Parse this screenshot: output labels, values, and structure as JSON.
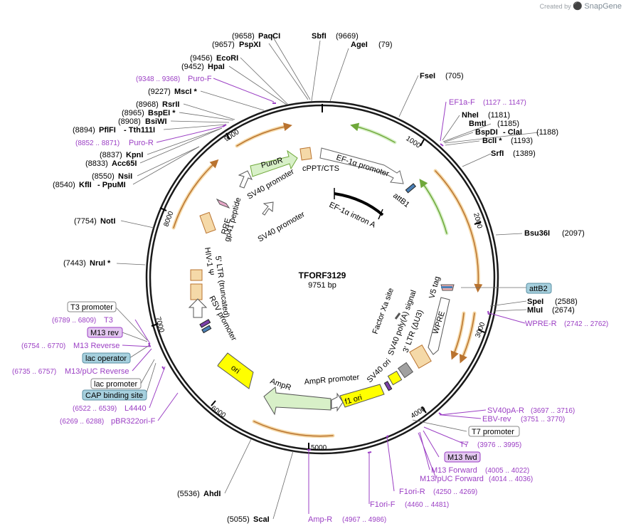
{
  "credit": {
    "prefix": "Created by",
    "brand": "SnapGene"
  },
  "plasmid": {
    "name": "TFORF3129",
    "size": "9751 bp"
  },
  "ticks": [
    "1000",
    "2000",
    "3000",
    "4000",
    "5000",
    "6000",
    "7000",
    "8000",
    "9000"
  ],
  "enzymes": {
    "paqci": {
      "name": "PaqCI",
      "pos": "(9658)"
    },
    "sbfi": {
      "name": "SbfI",
      "pos": "(9669)"
    },
    "pspxi": {
      "name": "PspXI",
      "pos": "(9657)"
    },
    "agei": {
      "name": "AgeI",
      "pos": "(79)"
    },
    "ecori": {
      "name": "EcoRI",
      "pos": "(9456)"
    },
    "hpai": {
      "name": "HpaI",
      "pos": "(9452)"
    },
    "fsei": {
      "name": "FseI",
      "pos": "(705)"
    },
    "msci": {
      "name": "MscI *",
      "pos": "(9227)"
    },
    "rsrii": {
      "name": "RsrII",
      "pos": "(8968)"
    },
    "bspei": {
      "name": "BspEI *",
      "pos": "(8965)"
    },
    "bsiwi": {
      "name": "BsiWI",
      "pos": "(8908)"
    },
    "pflfi": {
      "name": "PflFI",
      "pos": "(8894)"
    },
    "tth111i": {
      "name": "- Tth111I",
      "pos": ""
    },
    "nhei": {
      "name": "NheI",
      "pos": "(1181)"
    },
    "bmti": {
      "name": "BmtI",
      "pos": "(1185)"
    },
    "bspdi": {
      "name": "BspDI",
      "pos": ""
    },
    "clai": {
      "name": "- ClaI",
      "pos": "(1188)"
    },
    "bcli": {
      "name": "BclI *",
      "pos": "(1193)"
    },
    "srfi": {
      "name": "SrfI",
      "pos": "(1389)"
    },
    "kpni": {
      "name": "KpnI",
      "pos": "(8837)"
    },
    "acc65i": {
      "name": "Acc65I",
      "pos": "(8833)"
    },
    "nsii": {
      "name": "NsiI",
      "pos": "(8550)"
    },
    "kfli": {
      "name": "KflI",
      "pos": "(8540)"
    },
    "ppumi": {
      "name": "- PpuMI",
      "pos": ""
    },
    "noti": {
      "name": "NotI",
      "pos": "(7754)"
    },
    "bsu36i": {
      "name": "Bsu36I",
      "pos": "(2097)"
    },
    "nrui": {
      "name": "NruI *",
      "pos": "(7443)"
    },
    "spei": {
      "name": "SpeI",
      "pos": "(2588)"
    },
    "mlui": {
      "name": "MluI",
      "pos": "(2674)"
    },
    "ahdi": {
      "name": "AhdI",
      "pos": "(5536)"
    },
    "scai": {
      "name": "ScaI",
      "pos": "(5055)"
    }
  },
  "primers": {
    "purof": {
      "name": "Puro-F",
      "pos": "(9348 .. 9368)"
    },
    "puror": {
      "name": "Puro-R",
      "pos": "(8852 .. 8871)"
    },
    "ef1af": {
      "name": "EF1a-F",
      "pos": "(1127 .. 1147)"
    },
    "wprer": {
      "name": "WPRE-R",
      "pos": "(2742 .. 2762)"
    },
    "t3": {
      "name": "T3",
      "pos": "(6789 .. 6809)"
    },
    "m13reverse": {
      "name": "M13 Reverse",
      "pos": "(6754 .. 6770)"
    },
    "m13pucrev": {
      "name": "M13/pUC Reverse",
      "pos": "(6735 .. 6757)"
    },
    "l4440": {
      "name": "L4440",
      "pos": "(6522 .. 6539)"
    },
    "pbr322": {
      "name": "pBR322ori-F",
      "pos": "(6269 .. 6288)"
    },
    "sv40par": {
      "name": "SV40pA-R",
      "pos": "(3697 .. 3716)"
    },
    "ebvrev": {
      "name": "EBV-rev",
      "pos": "(3751 .. 3770)"
    },
    "t7": {
      "name": "T7",
      "pos": "(3976 .. 3995)"
    },
    "m13forward": {
      "name": "M13 Forward",
      "pos": "(4005 .. 4022)"
    },
    "m13pucfwd": {
      "name": "M13/pUC Forward",
      "pos": "(4014 .. 4036)"
    },
    "f1orir": {
      "name": "F1ori-R",
      "pos": "(4250 .. 4269)"
    },
    "f1orif": {
      "name": "F1ori-F",
      "pos": "(4460 .. 4481)"
    },
    "ampr": {
      "name": "Amp-R",
      "pos": "(4967 .. 4986)"
    }
  },
  "boxes": {
    "t3promoter": "T3 promoter",
    "m13rev": "M13 rev",
    "lacoperator": "lac operator",
    "lacpromoter": "lac promoter",
    "capsite": "CAP binding site",
    "attb2": "attB2",
    "t7promoter": "T7 promoter",
    "m13fwd": "M13 fwd"
  },
  "features": {
    "puror": "PuroR",
    "cppt": "cPPT/CTS",
    "ef1apromoter": "EF-1α promoter",
    "attb1": "attB1",
    "ef1aintron": "EF-1α intron A",
    "sv40promoter1": "SV40 promoter",
    "sv40promoter2": "SV40 promoter",
    "gp41": "gp41 peptide",
    "rre": "RRE",
    "ltr5": "5' LTR (truncated)",
    "hiv": "HIV-1 Ψ",
    "rsv": "RSV promoter",
    "ori": "ori",
    "ampr": "AmpR",
    "amprpromoter": "AmpR promoter",
    "f1ori": "f1 ori",
    "sv40ori": "SV40 ori",
    "sv40polya": "SV40 poly(A) signal",
    "ltr3": "3' LTR (ΔU3)",
    "wpre": "WPRE",
    "v5tag": "V5 tag",
    "factorxa": "Factor Xa site"
  },
  "colors": {
    "backbone": "#1a1a1a",
    "orf_fill": "#f5d9a8",
    "orf_stroke": "#b9732f",
    "green_fill": "#d8f0c8",
    "green_stroke": "#6fa83a",
    "primer": "#9b3fc4",
    "yellow": "#ffff00",
    "gray_box": "#a0a0a0",
    "blue_box": "#a6d0de"
  }
}
